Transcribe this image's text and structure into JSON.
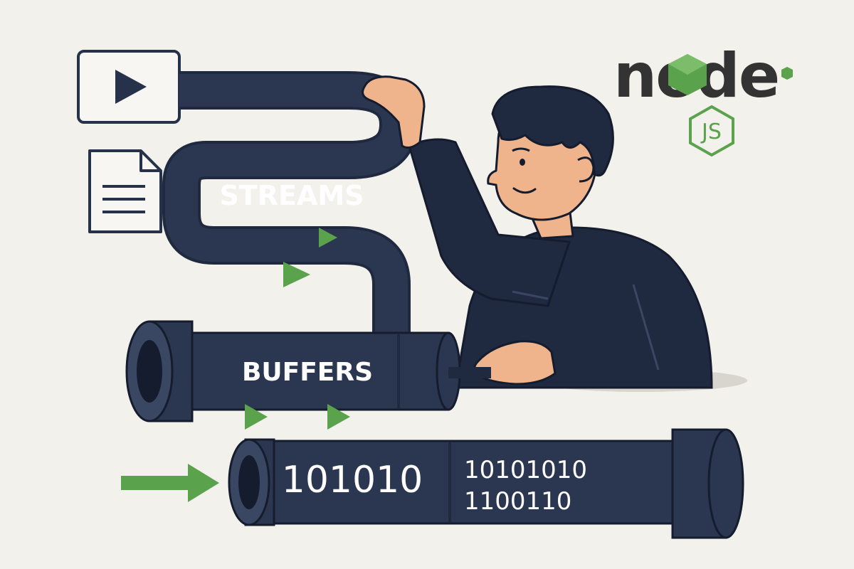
{
  "labels": {
    "streams": "STREAMS",
    "buffers": "BUFFERS",
    "bits_large": "101010",
    "bits_line1": "10101010",
    "bits_line2": "1100110"
  },
  "logo": {
    "word": "node",
    "badge": "JS",
    "icon": "nodejs-logo"
  },
  "icons": {
    "video": "play-icon",
    "document": "document-icon",
    "flow_arrow": "arrow-right-icon"
  },
  "colors": {
    "background": "#f3f1ec",
    "pipe": "#2b3750",
    "pipe_dark": "#1f2940",
    "accent_green": "#5aa24c",
    "logo_dark": "#333333",
    "skin": "#f0b48c"
  }
}
